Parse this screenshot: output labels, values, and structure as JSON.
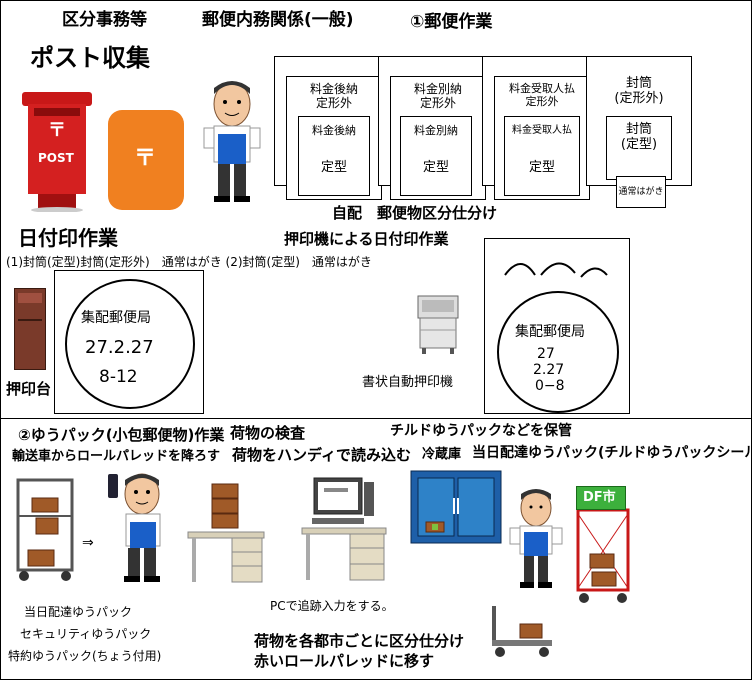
{
  "header": {
    "section": "区分事務等",
    "dept": "郵便内務関係(一般)",
    "work1": "①郵便作業",
    "post_collect": "ポスト収集"
  },
  "postbox": {
    "red_label": "POST",
    "red_mark": "〒",
    "orange_mark": "〒"
  },
  "envelopes": [
    {
      "outer": "料金後納\n定形外",
      "inner": "料金後納",
      "card": "定型"
    },
    {
      "outer": "料金別納\n定形外",
      "inner": "料金別納",
      "card": "定型"
    },
    {
      "outer": "料金受取人払\n定形外",
      "inner": "料金受取人払",
      "card": "定型"
    },
    {
      "outer": "封筒\n(定形外)",
      "inner": "封筒\n(定型)",
      "card": "通常はがき"
    }
  ],
  "sorting": "自配　郵便物区分仕分け",
  "datestamp": {
    "title": "日付印作業",
    "items": "(1)封筒(定型)封筒(定形外)　通常はがき (2)封筒(定型)　通常はがき",
    "machine_title": "押印機による日付印作業",
    "stamp_office": "集配郵便局",
    "stamp_date": "27.2.27",
    "stamp_time": "8-12",
    "pad_label": "押印台",
    "machine_label": "書状自動押印機",
    "mstamp_office": "集配郵便局",
    "mstamp_l1": "27",
    "mstamp_l2": "2.27",
    "mstamp_l3": "0−8"
  },
  "work2": {
    "title": "②ゆうパック(小包郵便物)作業",
    "inspect": "荷物の検査",
    "unload": "輸送車からロールパレッドを降ろす",
    "scan": "荷物をハンディで読み込む",
    "chilled": "チルドゆうパックなどを保管",
    "fridge": "冷蔵庫",
    "sameday": "当日配達ゆうパック(チルドゆうパックシール)",
    "list": [
      "当日配達ゆうパック",
      "セキュリティゆうパック",
      "特約ゆうパック(ちょう付用)"
    ],
    "arrow": "⇒",
    "pc_input": "PCで追跡入力をする。",
    "sort_cities": "荷物を各都市ごとに区分仕分け",
    "move_red": "赤いロールパレッドに移す",
    "df_sign": "DF市"
  }
}
